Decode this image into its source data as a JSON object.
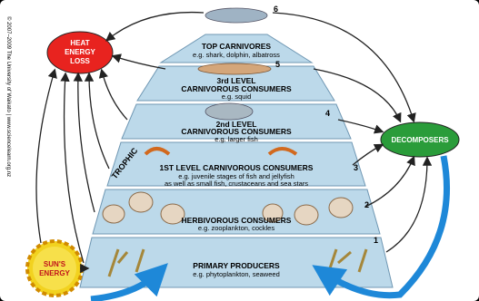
{
  "copyright": "© 2007–2009 The University of Waikato | www.sciencelearn.org.nz",
  "heat_loss": {
    "line1": "HEAT",
    "line2": "ENERGY",
    "line3": "LOSS",
    "color": "#e8231f"
  },
  "decomposers": {
    "label": "DECOMPOSERS",
    "color": "#2a9c3a"
  },
  "sun": {
    "line1": "SUN'S",
    "line2": "ENERGY",
    "color": "#f2d21f"
  },
  "trophic_label": "TROPHIC",
  "levels": [
    {
      "number": "6",
      "title": "TOP CARNIVORES",
      "example": "e.g. shark, dolphin, albatross"
    },
    {
      "number": "5",
      "title1": "3rd LEVEL",
      "title2": "CARNIVOROUS CONSUMERS",
      "example": "e.g. squid"
    },
    {
      "number": "4",
      "title1": "2nd LEVEL",
      "title2": "CARNIVOROUS CONSUMERS",
      "example": "e.g. larger fish"
    },
    {
      "number": "3",
      "title": "1ST LEVEL CARNIVOROUS CONSUMERS",
      "example1": "e.g. juvenile stages of fish and jellyfish",
      "example2": "as well as small fish, crustaceans and sea stars"
    },
    {
      "number": "2",
      "title": "HERBIVOROUS CONSUMERS",
      "example": "e.g. zooplankton, cockles"
    },
    {
      "number": "1",
      "title": "PRIMARY PRODUCERS",
      "example": "e.g. phytoplankton, seaweed"
    }
  ],
  "colors": {
    "pyramid_fill": "#bcd9ea",
    "pyramid_stroke": "#6f97b3",
    "recycle_arrow": "#1e88d8"
  }
}
